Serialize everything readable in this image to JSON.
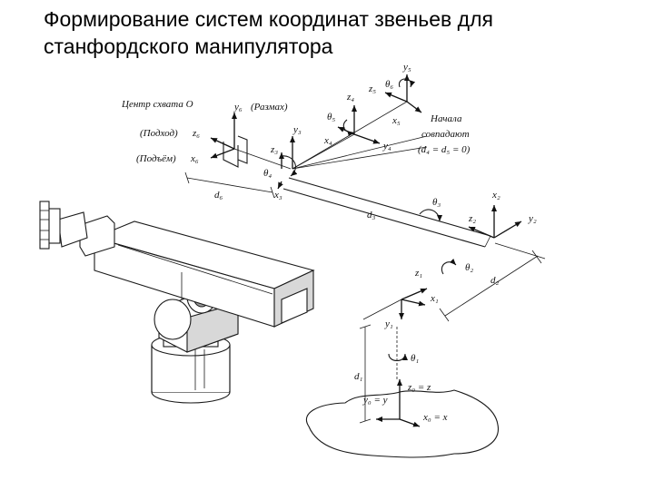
{
  "title": "Формирование систем координат звеньев для станфордского манипулятора",
  "labels": {
    "grip_center": "Центр схвата O",
    "span": "(Размах)",
    "approach": "(Подход)",
    "lift": "(Подъём)",
    "origins_l1": "Начала",
    "origins_l2": "совпадают",
    "origins_l3": "(d₄ = d₅ = 0)",
    "z0": "z₀ = z",
    "y0": "y₀ = y",
    "x0": "x₀ = x",
    "y6": "y₆",
    "z6": "z₆",
    "x6": "x₆",
    "y5": "y₅",
    "z5": "z₅",
    "x5": "x₅",
    "z4": "z₄",
    "x4": "x₄",
    "y4": "y₄",
    "y3": "y₃",
    "z3": "z₃",
    "x3": "x₃",
    "x2": "x₂",
    "z2": "z₂",
    "y2": "y₂",
    "z1": "z₁",
    "x1": "x₁",
    "y1": "y₁",
    "theta1": "θ₁",
    "theta2": "θ₂",
    "theta3": "θ₃",
    "theta4": "θ₄",
    "theta5": "θ₅",
    "theta6": "θ₆",
    "d1": "d₁",
    "d2": "d₂",
    "d3": "d₃",
    "d6": "d₆"
  }
}
